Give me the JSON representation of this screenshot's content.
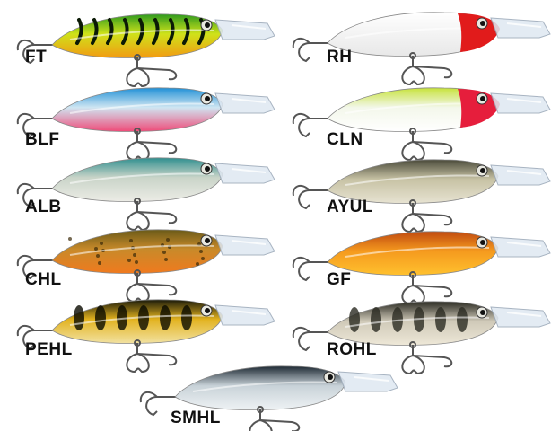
{
  "lures": [
    {
      "code": "FT",
      "colors": {
        "top": "#2e9a1e",
        "mid": "#cfe21a",
        "belly": "#f29a12",
        "stripe": "#0b1a06",
        "head": "#3fae2b"
      },
      "pattern": "tiger"
    },
    {
      "code": "RH",
      "colors": {
        "top": "#ffffff",
        "mid": "#f4f4f4",
        "belly": "#e8e8e8",
        "stripe": "#ffffff",
        "head": "#e11b1b"
      },
      "pattern": "redhead"
    },
    {
      "code": "BLF",
      "colors": {
        "top": "#1f8fd6",
        "mid": "#cfe6f2",
        "belly": "#ef4a78",
        "stripe": "#1f8fd6",
        "head": "#d8e7ef"
      },
      "pattern": "plain"
    },
    {
      "code": "CLN",
      "colors": {
        "top": "#c6e23a",
        "mid": "#f3f7ea",
        "belly": "#ffffff",
        "stripe": "#c6e23a",
        "head": "#e61e3c"
      },
      "pattern": "redhead"
    },
    {
      "code": "ALB",
      "colors": {
        "top": "#2f8f8f",
        "mid": "#c9d4c8",
        "belly": "#ecece6",
        "stripe": "#2f8f8f",
        "head": "#d4d8c8"
      },
      "pattern": "plain"
    },
    {
      "code": "AYUL",
      "colors": {
        "top": "#4a4a3a",
        "mid": "#c7c2a4",
        "belly": "#e7e3d2",
        "stripe": "#4a4a3a",
        "head": "#a89e7c"
      },
      "pattern": "plain"
    },
    {
      "code": "CHL",
      "colors": {
        "top": "#6a5a18",
        "mid": "#c88a2a",
        "belly": "#f07a1e",
        "stripe": "#3a2a08",
        "head": "#b27a2a"
      },
      "pattern": "spots"
    },
    {
      "code": "GF",
      "colors": {
        "top": "#c04a10",
        "mid": "#f59a1e",
        "belly": "#ffc12e",
        "stripe": "#a83a0a",
        "head": "#f08a1a"
      },
      "pattern": "plain"
    },
    {
      "code": "PEHL",
      "colors": {
        "top": "#1a1a0a",
        "mid": "#e2b21e",
        "belly": "#f2e2a2",
        "stripe": "#0a0a00",
        "head": "#c8a02a"
      },
      "pattern": "bars"
    },
    {
      "code": "ROHL",
      "colors": {
        "top": "#2a2a22",
        "mid": "#cfc9b8",
        "belly": "#eee8d8",
        "stripe": "#2a2a22",
        "head": "#b8b0a0"
      },
      "pattern": "bars"
    },
    {
      "code": "SMHL",
      "colors": {
        "top": "#1e2a34",
        "mid": "#c8d2d8",
        "belly": "#eef2f4",
        "stripe": "#1e2a34",
        "head": "#b8c4cc"
      },
      "pattern": "plain"
    }
  ]
}
